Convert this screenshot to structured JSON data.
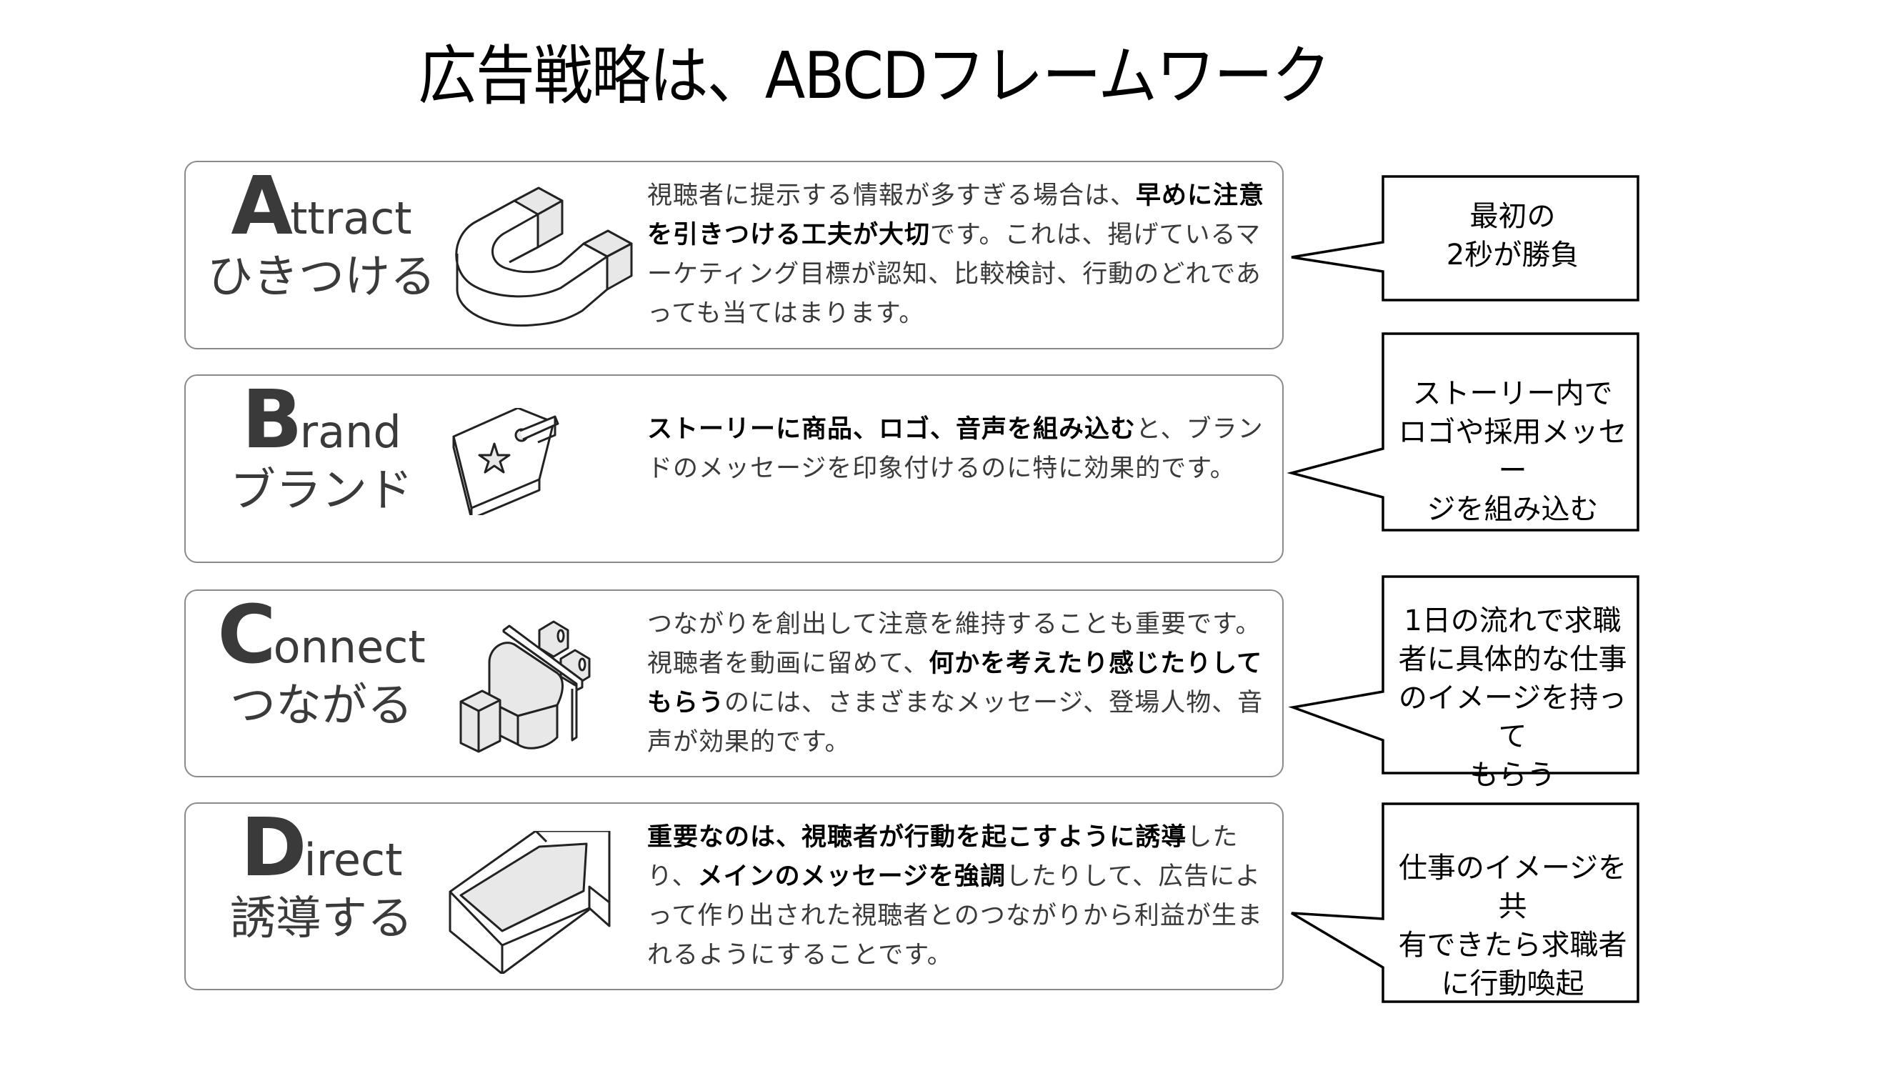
{
  "title": "広告戦略は、ABCDフレームワーク",
  "cards": [
    {
      "letter": "A",
      "rest": "ttract",
      "jp": "ひきつける",
      "icon": "magnet-icon",
      "desc": [
        {
          "t": "視聴者に提示する情報が多すぎる場合は、",
          "b": false
        },
        {
          "t": "早めに注意を引きつける工夫が大切",
          "b": true
        },
        {
          "t": "です。これは、掲げているマーケティング目標が認知、比較検討、行動のどれであっても当てはまります。",
          "b": false
        }
      ],
      "callout": [
        "最初の",
        "2秒が勝負"
      ]
    },
    {
      "letter": "B",
      "rest": "rand",
      "jp": "ブランド",
      "icon": "price-tag-star-icon",
      "desc": [
        {
          "t": "ストーリーに商品、ロゴ、音声を組み込む",
          "b": true
        },
        {
          "t": "と、ブランドのメッセージを印象付けるのに特に効果的です。",
          "b": false
        }
      ],
      "callout": [
        "ストーリー内で",
        "ロゴや採用メッセー",
        "ジを組み込む"
      ]
    },
    {
      "letter": "C",
      "rest": "onnect",
      "jp": "つながる",
      "icon": "plug-connector-icon",
      "desc": [
        {
          "t": "つながりを創出して注意を維持することも重要です。視聴者を動画に留めて、",
          "b": false
        },
        {
          "t": "何かを考えたり感じたりしてもらう",
          "b": true
        },
        {
          "t": "のには、さまざまなメッセージ、登場人物、音声が効果的です。",
          "b": false
        }
      ],
      "callout": [
        "1日の流れで求職",
        "者に具体的な仕事",
        "のイメージを持って",
        "もらう"
      ]
    },
    {
      "letter": "D",
      "rest": "irect",
      "jp": "誘導する",
      "icon": "arrow-up-right-icon",
      "desc": [
        {
          "t": "重要なのは、視聴者が行動を起こすように誘導",
          "b": true
        },
        {
          "t": "したり、",
          "b": false
        },
        {
          "t": "メインのメッセージを強調",
          "b": true
        },
        {
          "t": "したりして、広告によって作り出された視聴者とのつながりから利益が生まれるようにすることです。",
          "b": false
        }
      ],
      "callout": [
        "仕事のイメージを共",
        "有できたら求職者",
        "に行動喚起"
      ]
    }
  ],
  "colors": {
    "letter": "#3a3a3a",
    "border": "#8a8a8a",
    "icon_fill": "#e8e8e8"
  }
}
